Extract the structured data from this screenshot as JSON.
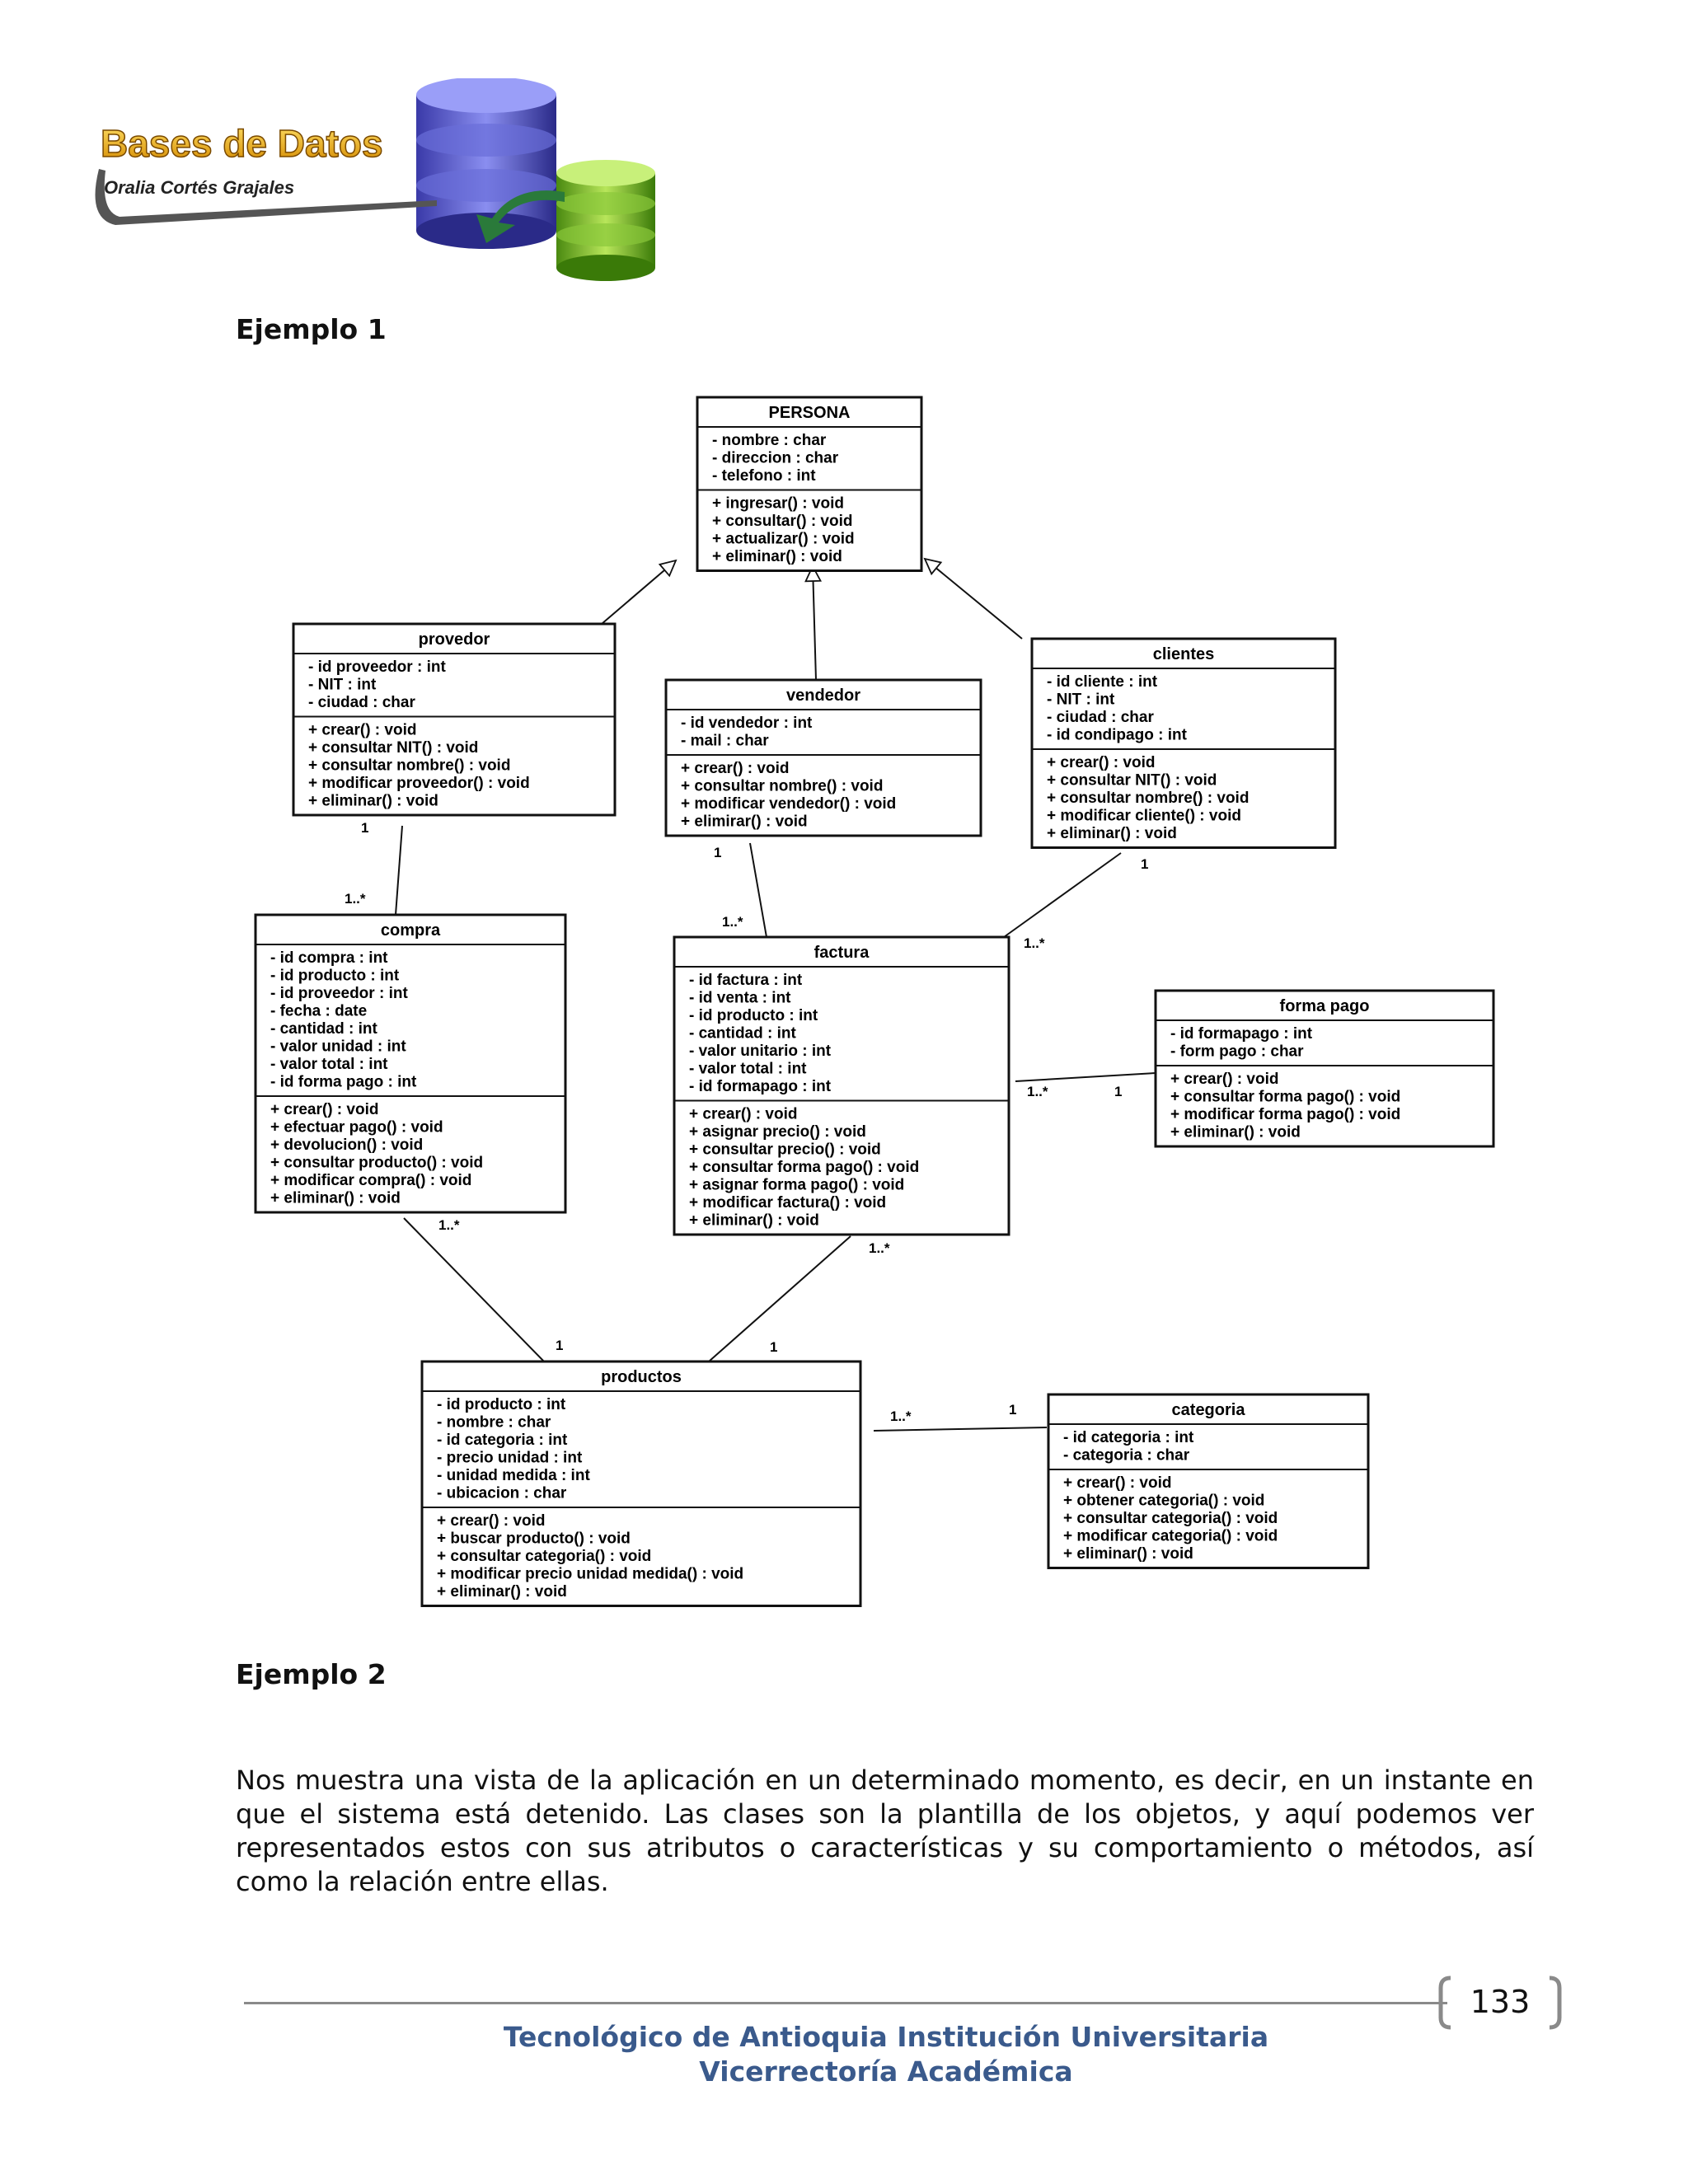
{
  "header": {
    "logo_title": "Bases de Datos",
    "logo_author": "Oralia Cortés Grajales"
  },
  "section1_heading": "Ejemplo 1",
  "section2_heading": "Ejemplo 2",
  "paragraph": "Nos muestra una vista de la aplicación en un determinado momento, es decir, en un instante en que el sistema está detenido. Las clases son la plantilla de los objetos, y aquí podemos ver representados estos con sus atributos o características y su comportamiento o métodos, así como la relación entre ellas.",
  "diagram": {
    "classes": [
      {
        "name": "PERSONA",
        "attributes": [
          "- nombre : char",
          "- direccion : char",
          "- telefono : int"
        ],
        "methods": [
          "+ ingresar() : void",
          "+ consultar() : void",
          "+ actualizar() : void",
          "+ eliminar() : void"
        ]
      },
      {
        "name": "provedor",
        "attributes": [
          "- id proveedor : int",
          "- NIT : int",
          "- ciudad : char"
        ],
        "methods": [
          "+ crear() : void",
          "+ consultar NIT() : void",
          "+ consultar nombre() : void",
          "+ modificar proveedor() : void",
          "+ eliminar() : void"
        ]
      },
      {
        "name": "vendedor",
        "attributes": [
          "- id vendedor : int",
          "- mail : char"
        ],
        "methods": [
          "+ crear() : void",
          "+ consultar nombre() : void",
          "+ modificar vendedor() : void",
          "+ elimirar() : void"
        ]
      },
      {
        "name": "clientes",
        "attributes": [
          "- id cliente : int",
          "- NIT : int",
          "- ciudad : char",
          "- id condipago : int"
        ],
        "methods": [
          "+ crear() : void",
          "+ consultar NIT() : void",
          "+ consultar nombre() : void",
          "+ modificar cliente() : void",
          "+ eliminar() : void"
        ]
      },
      {
        "name": "compra",
        "attributes": [
          "- id compra : int",
          "- id producto : int",
          "- id proveedor : int",
          "- fecha : date",
          "- cantidad : int",
          "- valor unidad : int",
          "- valor total : int",
          "- id forma pago : int"
        ],
        "methods": [
          "+ crear() : void",
          "+ efectuar pago() : void",
          "+ devolucion() : void",
          "+ consultar producto() : void",
          "+ modificar compra() : void",
          "+ eliminar() : void"
        ]
      },
      {
        "name": "factura",
        "attributes": [
          "- id factura : int",
          "- id venta : int",
          "- id producto : int",
          "- cantidad : int",
          "- valor unitario : int",
          "- valor total : int",
          "- id formapago : int"
        ],
        "methods": [
          "+ crear() : void",
          "+ asignar precio() : void",
          "+ consultar precio() : void",
          "+ consultar forma pago() : void",
          "+ asignar forma pago() : void",
          "+ modificar factura() : void",
          "+ eliminar() : void"
        ]
      },
      {
        "name": "forma pago",
        "attributes": [
          "- id formapago : int",
          "- form pago : char"
        ],
        "methods": [
          "+ crear() : void",
          "+ consultar forma pago() : void",
          "+ modificar forma pago() : void",
          "+ eliminar() : void"
        ]
      },
      {
        "name": "productos",
        "attributes": [
          "- id producto : int",
          "- nombre : char",
          "- id categoria : int",
          "- precio unidad : int",
          "- unidad medida : int",
          "- ubicacion : char"
        ],
        "methods": [
          "+ crear() : void",
          "+ buscar producto() : void",
          "+ consultar categoria() : void",
          "+ modificar precio unidad medida() : void",
          "+ eliminar() : void"
        ]
      },
      {
        "name": "categoria",
        "attributes": [
          "- id categoria : int",
          "- categoria : char"
        ],
        "methods": [
          "+ crear() : void",
          "+ obtener categoria() : void",
          "+ consultar categoria() : void",
          "+ modificar categoria() : void",
          "+ eliminar() : void"
        ]
      }
    ],
    "multiplicities": {
      "one": "1",
      "many": "1..*"
    }
  },
  "page_number": "133",
  "footer": {
    "line1": "Tecnológico de Antioquia Institución Universitaria",
    "line2": "Vicerrectoría Académica"
  }
}
